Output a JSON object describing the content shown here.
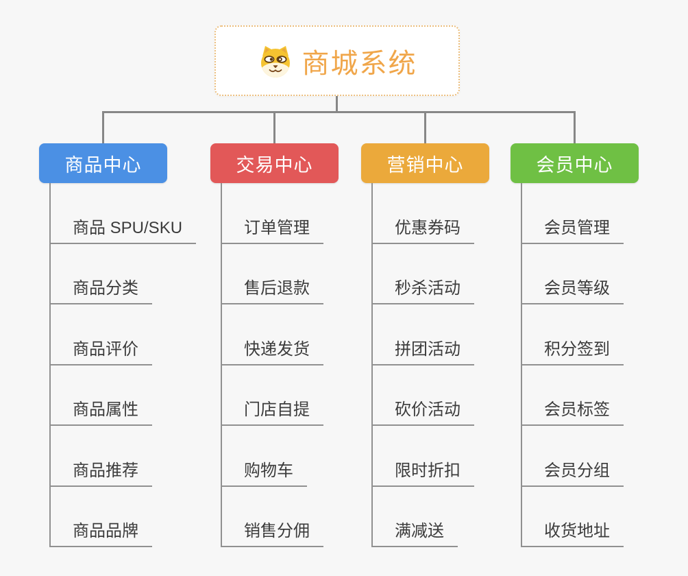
{
  "canvas": {
    "background": "#f7f7f7"
  },
  "connectors": {
    "color": "#878787",
    "child_line_color": "#909090"
  },
  "root": {
    "title": "商城系统",
    "title_color": "#f0a64a",
    "border_color": "#ecbe7d",
    "background": "#ffffff",
    "icon": "shiba-dog-icon"
  },
  "branches": [
    {
      "label": "商品中心",
      "color": "#4b90e4",
      "children": [
        "商品 SPU/SKU",
        "商品分类",
        "商品评价",
        "商品属性",
        "商品推荐",
        "商品品牌"
      ]
    },
    {
      "label": "交易中心",
      "color": "#e25858",
      "children": [
        "订单管理",
        "售后退款",
        "快递发货",
        "门店自提",
        "购物车",
        "销售分佣"
      ]
    },
    {
      "label": "营销中心",
      "color": "#eba93b",
      "children": [
        "优惠券码",
        "秒杀活动",
        "拼团活动",
        "砍价活动",
        "限时折扣",
        "满减送"
      ]
    },
    {
      "label": "会员中心",
      "color": "#6fc044",
      "children": [
        "会员管理",
        "会员等级",
        "积分签到",
        "会员标签",
        "会员分组",
        "收货地址"
      ]
    }
  ],
  "child_text_color": "#3b3b3b"
}
